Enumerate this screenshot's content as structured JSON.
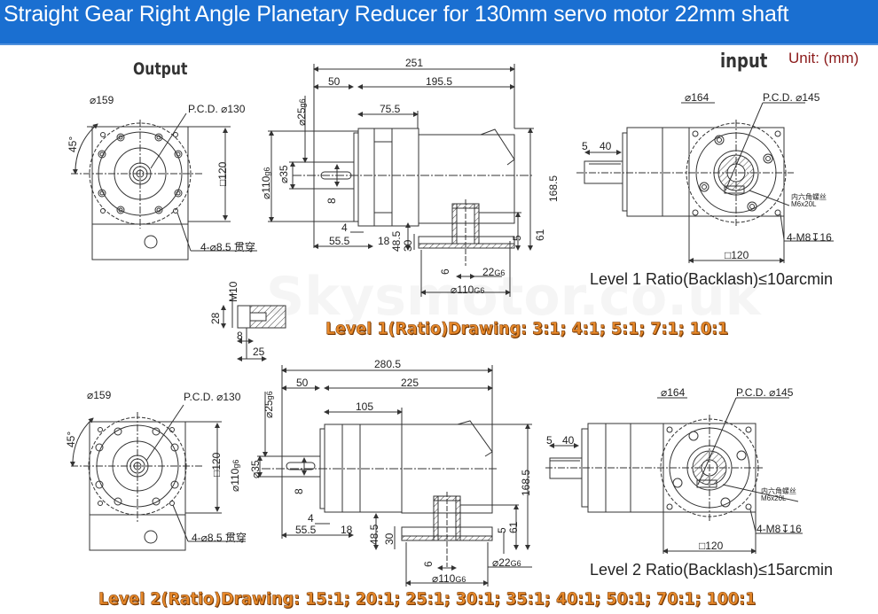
{
  "header": {
    "title": "Straight Gear Right Angle Planetary Reducer for 130mm servo motor 22mm shaft",
    "bg_color": "#1a6fd1"
  },
  "labels": {
    "output": "Output",
    "input": "input",
    "unit": "Unit: (mm)"
  },
  "watermark": "Skysmotor.co.uk",
  "level1": {
    "output_view": {
      "dia_159": "⌀159",
      "pcd": "P.C.D. ⌀130",
      "angle": "45°",
      "square": "□120",
      "holes": "4-⌀8.5 贯穿"
    },
    "side_view": {
      "overall_length": "251",
      "shaft_length": "50",
      "body_length": "195.5",
      "flange_to_input": "75.5",
      "shaft_dia": "⌀25",
      "shaft_dia_tol": "g6",
      "pilot_dia": "⌀110",
      "pilot_tol": "g6",
      "shaft_root_dia": "⌀35",
      "key_width": "8",
      "flange_thk": "4",
      "shaft_to_flange": "55.5",
      "flange_step": "18",
      "input_height": "48.5",
      "input_base": "30",
      "bore_step": "6",
      "bore_dia": "22",
      "bore_tol": "G6",
      "input_pilot": "⌀110",
      "input_pilot_tol": "G6",
      "offset_5": "5",
      "height_61": "61",
      "total_height": "168.5"
    },
    "input_view": {
      "dia_164": "⌀164",
      "pcd": "P.C.D. ⌀145",
      "key_offset": "5",
      "key_length": "40",
      "screw_cn": "内六角螺丝",
      "screw": "M6x20L",
      "tapped": "4-M8↧16",
      "square": "□120"
    },
    "backlash": "Level 1 Ratio(Backlash)≤10arcmin",
    "ratios_title": "Level 1(Ratio)Drawing:",
    "ratios": [
      "3:1",
      "4:1",
      "5:1",
      "7:1",
      "10:1"
    ],
    "ratios_text": "Level 1(Ratio)Drawing: 3:1;  4:1;  5:1;  7:1;  10:1"
  },
  "tap_detail": {
    "thread": "M10",
    "depth_28": "28",
    "dim_8": "8",
    "dim_25": "25"
  },
  "level2": {
    "output_view": {
      "dia_159": "⌀159",
      "pcd": "P.C.D. ⌀130",
      "angle": "45°",
      "square": "□120",
      "holes": "4-⌀8.5 贯穿"
    },
    "side_view": {
      "overall_length": "280.5",
      "shaft_length": "50",
      "body_length": "225",
      "flange_to_input": "105",
      "shaft_dia": "⌀25",
      "shaft_dia_tol": "g6",
      "pilot_dia": "⌀110",
      "pilot_tol": "g6",
      "shaft_root_dia": "⌀35",
      "key_width": "8",
      "flange_thk": "4",
      "shaft_to_flange": "55.5",
      "flange_step": "18",
      "input_height": "48.5",
      "input_base": "30",
      "bore_step": "6",
      "bore_dia": "⌀22",
      "bore_tol": "G6",
      "input_pilot": "⌀110",
      "input_pilot_tol": "G6",
      "offset_5": "5",
      "height_61": "61",
      "total_height": "168.5"
    },
    "input_view": {
      "dia_164": "⌀164",
      "pcd": "P.C.D. ⌀145",
      "key_offset": "5",
      "key_length": "40",
      "screw_cn": "内六角螺丝",
      "screw": "M6x20L",
      "tapped": "4-M8↧16",
      "square": "□120"
    },
    "backlash": "Level 2 Ratio(Backlash)≤15arcmin",
    "ratios": [
      "15:1",
      "20:1",
      "25:1",
      "30:1",
      "35:1",
      "40:1",
      "50:1",
      "70:1",
      "100:1"
    ],
    "ratios_text": "Level 2(Ratio)Drawing: 15:1; 20:1; 25:1; 30:1; 35:1; 40:1; 50:1; 70:1; 100:1"
  },
  "colors": {
    "ratio_text": "#e8892a",
    "unit_text": "#8b1a1a",
    "line": "#333333"
  }
}
